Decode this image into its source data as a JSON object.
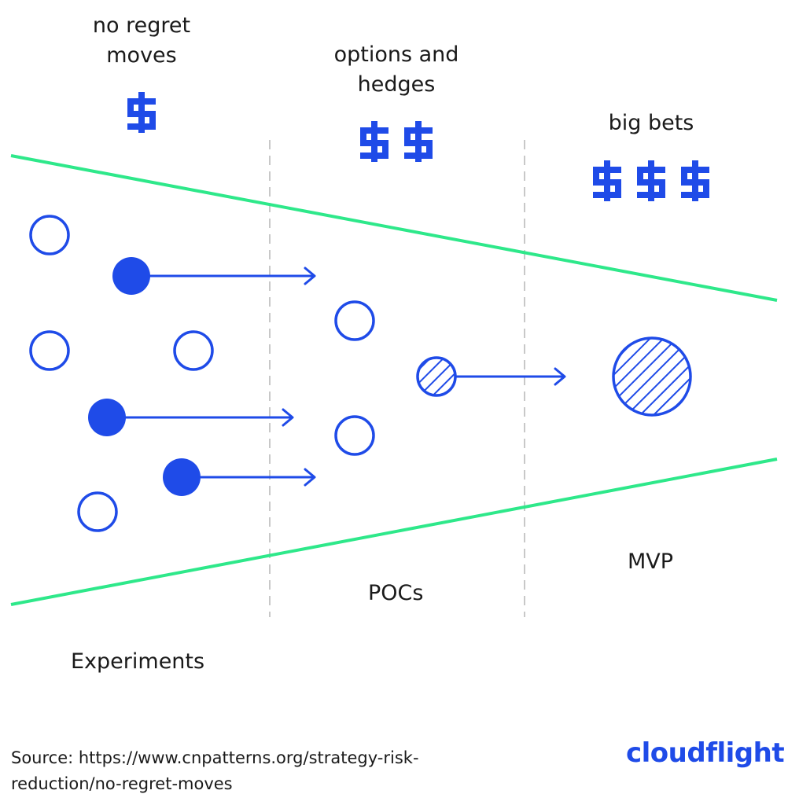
{
  "columns": {
    "no_regret": {
      "label_line1": "no regret",
      "label_line2": "moves",
      "cost": "$"
    },
    "options": {
      "label_line1": "options and",
      "label_line2": "hedges",
      "cost": "$$"
    },
    "big_bets": {
      "label": "big bets",
      "cost": "$$$"
    }
  },
  "stages": {
    "experiments": "Experiments",
    "pocs": "POCs",
    "mvp": "MVP"
  },
  "source": {
    "line1": "Source: https://www.cnpatterns.org/strategy-risk-",
    "line2": "reduction/no-regret-moves"
  },
  "brand": {
    "name": "cloudflight"
  },
  "colors": {
    "blue": "#1f4be8",
    "green": "#2ee88a",
    "divider": "#c8c8c8",
    "text": "#1a1a1a"
  }
}
